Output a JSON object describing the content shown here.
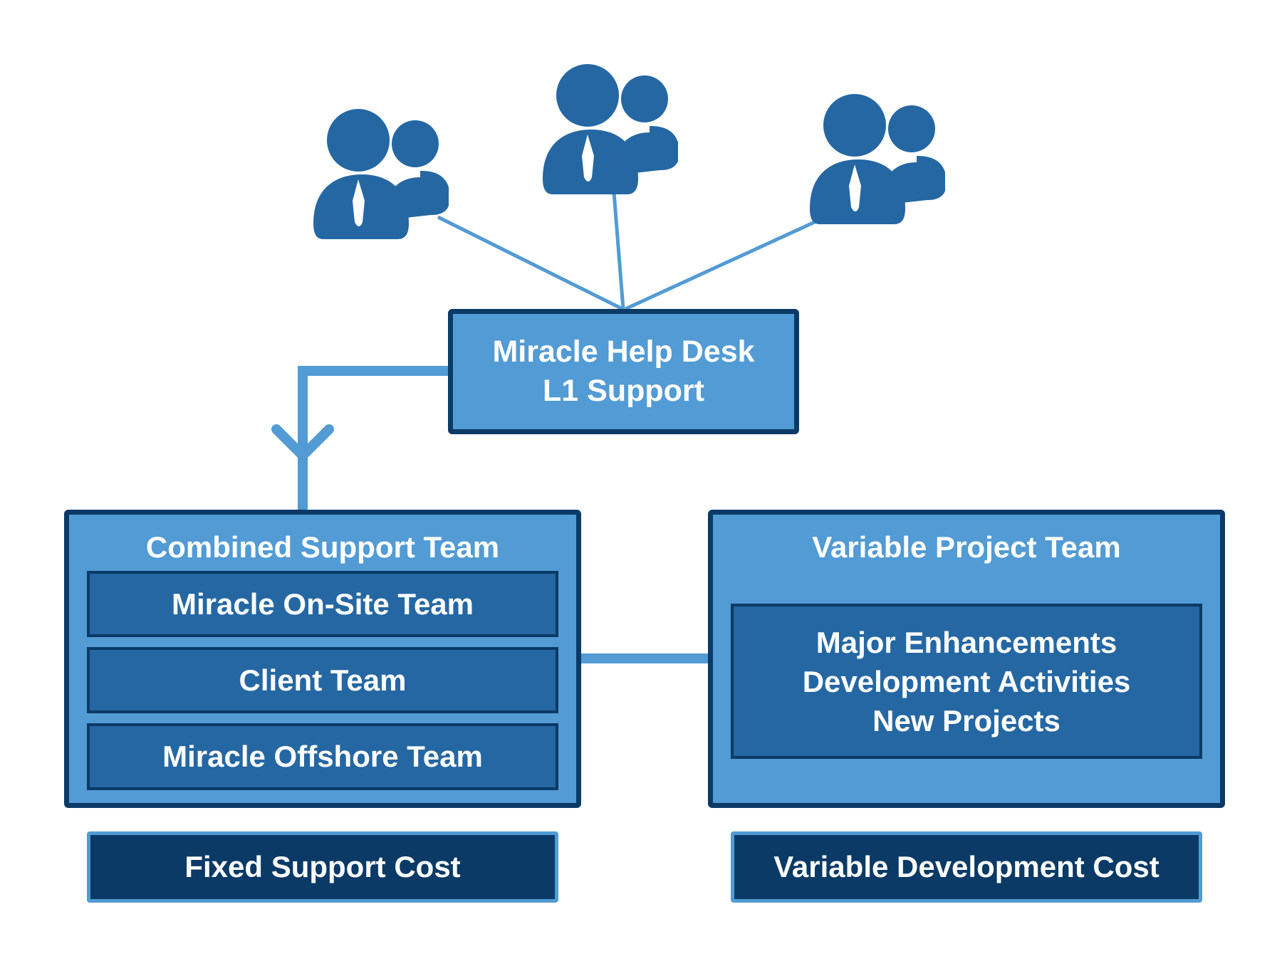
{
  "colors": {
    "icon": "#2567a3",
    "connector": "#529bd4",
    "box_fill": "#529bd4",
    "inner_fill": "#2567a3",
    "dark": "#0b3a66",
    "text": "#ffffff"
  },
  "icons": [
    "user-group-icon",
    "user-group-icon",
    "user-group-icon"
  ],
  "help_desk": {
    "line1": "Miracle Help Desk",
    "line2": "L1 Support"
  },
  "combined_support": {
    "title": "Combined Support Team",
    "items": [
      "Miracle On-Site Team",
      "Client Team",
      "Miracle Offshore Team"
    ]
  },
  "variable_project": {
    "title": "Variable Project Team",
    "lines": [
      "Major Enhancements",
      "Development Activities",
      "New Projects"
    ]
  },
  "costs": {
    "fixed": "Fixed Support Cost",
    "variable": "Variable Development Cost"
  }
}
